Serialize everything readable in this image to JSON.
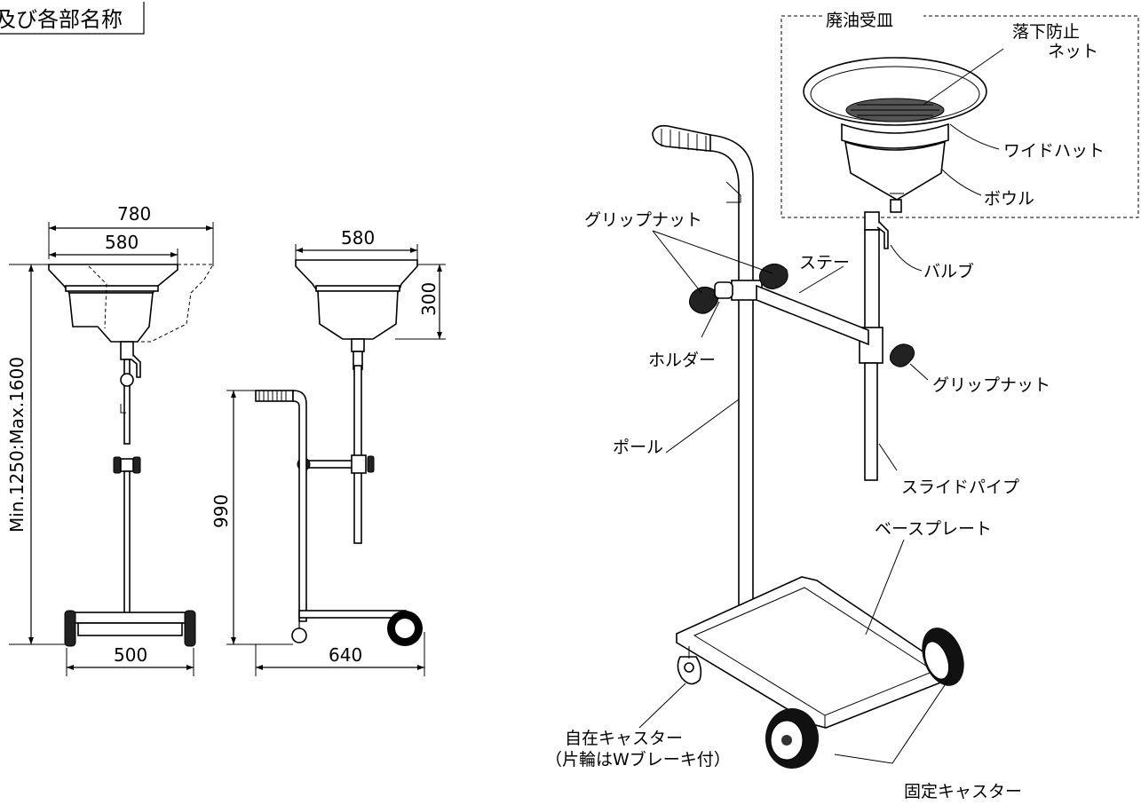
{
  "title": "及び各部名称",
  "dimensions": {
    "width_overall": "780",
    "pan_width_front": "580",
    "pan_width_side": "580",
    "height_range": "Min.1250:Max.1600",
    "pan_depth": "300",
    "handle_height": "990",
    "base_width": "500",
    "base_depth": "640"
  },
  "labels": {
    "waste_oil_pan": "廃油受皿",
    "drop_net_line1": "落下防止",
    "drop_net_line2": "ネット",
    "wide_hat": "ワイドハット",
    "bowl": "ボウル",
    "valve": "バルブ",
    "grip_nut_top": "グリップナット",
    "stay": "ステー",
    "holder": "ホルダー",
    "grip_nut_right": "グリップナット",
    "pole": "ポール",
    "slide_pipe": "スライドパイプ",
    "base_plate": "ベースプレート",
    "free_caster_line1": "自在キャスター",
    "free_caster_line2": "（片輪はWブレーキ付）",
    "fixed_caster": "固定キャスター"
  }
}
